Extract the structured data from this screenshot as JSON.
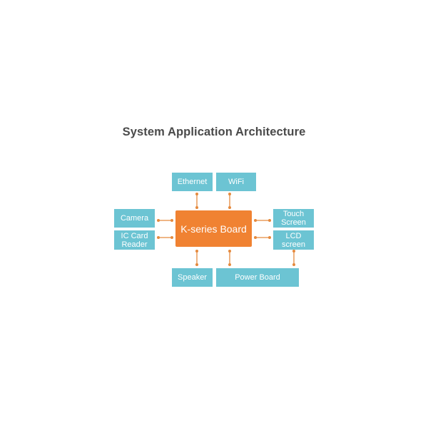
{
  "title": "System Application Architecture",
  "main_block": "K-series Board",
  "blocks": {
    "ethernet": "Ethernet",
    "wifi": "WiFi",
    "camera": "Camera",
    "ic_card_reader": "IC Card\nReader",
    "touch_screen": "Touch\nScreen",
    "lcd_screen": "LCD\nscreen",
    "speaker": "Speaker",
    "power_board": "Power Board"
  },
  "colors": {
    "main": "#f08232",
    "peripheral": "#6cc4d3",
    "connector": "#e58a3e",
    "title": "#4a4a4a"
  }
}
